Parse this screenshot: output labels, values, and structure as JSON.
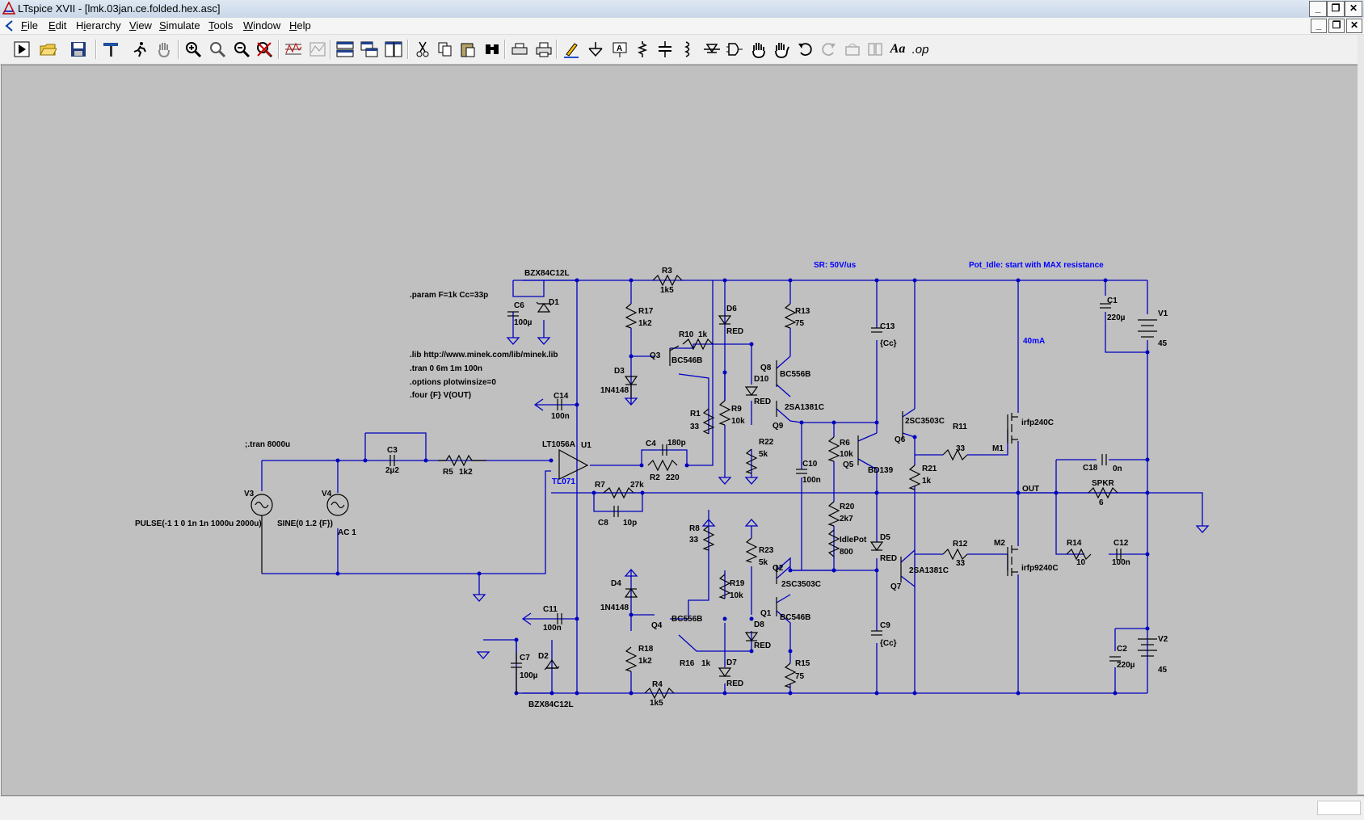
{
  "window": {
    "title": "LTspice XVII - [lmk.03jan.ce.folded.hex.asc]",
    "buttons": {
      "minimize": "_",
      "restore": "❐",
      "close": "✕"
    }
  },
  "menu": {
    "items": [
      {
        "label": "File",
        "underline": "F"
      },
      {
        "label": "Edit",
        "underline": "E"
      },
      {
        "label": "Hierarchy",
        "underline": "i"
      },
      {
        "label": "View",
        "underline": "V"
      },
      {
        "label": "Simulate",
        "underline": "S"
      },
      {
        "label": "Tools",
        "underline": "T"
      },
      {
        "label": "Window",
        "underline": "W"
      },
      {
        "label": "Help",
        "underline": "H"
      }
    ]
  },
  "toolbar": {
    "icons": [
      "run-icon",
      "open-icon",
      "save-icon",
      "control-panel-icon",
      "run-man-icon",
      "hand-pan-icon",
      "zoom-in-icon",
      "zoom-fit-icon",
      "zoom-out-icon",
      "zoom-cancel-icon",
      "waveform-icon",
      "waveform-fit-icon",
      "tile-horizontal-icon",
      "cascade-icon",
      "tile-vertical-icon",
      "cut-icon",
      "copy-icon",
      "paste-icon",
      "find-icon",
      "print-setup-icon",
      "print-icon",
      "pencil-wire-icon",
      "ground-icon",
      "label-net-icon",
      "resistor-icon",
      "capacitor-icon",
      "inductor-icon",
      "diode-icon",
      "component-icon",
      "move-icon",
      "drag-icon",
      "undo-icon",
      "redo-icon",
      "rotate-icon",
      "mirror-icon",
      "text-icon",
      "spice-directive-icon"
    ],
    "text_label": "Aa",
    "op_label": ".op"
  },
  "colors": {
    "wire": "#0000c0",
    "text": "#000000",
    "annotation": "#0000ff",
    "canvas": "#c0c0c0"
  },
  "schematic": {
    "directives": {
      "param": ".param F=1k Cc=33p",
      "lib": ".lib http://www.minek.com/lib/minek.lib",
      "tran": ".tran 0 6m 1m 100n",
      "options": ".options plotwinsize=0",
      "four": ".four {F} V(OUT)",
      "tran_comment": ";.tran 8000u"
    },
    "annotations": {
      "slew": "SR: 50V/us",
      "pot": "Pot_Idle: start with MAX resistance",
      "idle_current": "40mA",
      "opamp_model": "TL071"
    },
    "sources": {
      "V3": {
        "name": "V3",
        "value": "PULSE(-1 1 0 1n 1n 1000u 2000u)"
      },
      "V4": {
        "name": "V4",
        "value": "SINE(0 1.2 {F})",
        "ac": "AC 1"
      },
      "V1": {
        "name": "V1",
        "value": "45"
      },
      "V2": {
        "name": "V2",
        "value": "45"
      }
    },
    "components": {
      "C3": {
        "name": "C3",
        "value": "2µ2"
      },
      "R5": {
        "name": "R5",
        "value": "1k2"
      },
      "U1": {
        "name": "U1",
        "value": "LT1056A"
      },
      "C4": {
        "name": "C4",
        "value": "180p"
      },
      "R2": {
        "name": "R2",
        "value": "220"
      },
      "R7": {
        "name": "R7",
        "value": "27k"
      },
      "C8": {
        "name": "C8",
        "value": "10p"
      },
      "C6": {
        "name": "C6",
        "value": "100µ"
      },
      "D1": {
        "name": "D1",
        "value": "BZX84C12L"
      },
      "C14": {
        "name": "C14",
        "value": "100n"
      },
      "C11": {
        "name": "C11",
        "value": "100n"
      },
      "C7": {
        "name": "C7",
        "value": "100µ"
      },
      "D2": {
        "name": "D2",
        "value": "BZX84C12L"
      },
      "R3": {
        "name": "R3",
        "value": "1k5"
      },
      "R4": {
        "name": "R4",
        "value": "1k5"
      },
      "R17": {
        "name": "R17",
        "value": "1k2"
      },
      "R18": {
        "name": "R18",
        "value": "1k2"
      },
      "D3": {
        "name": "D3",
        "value": "1N4148"
      },
      "D4": {
        "name": "D4",
        "value": "1N4148"
      },
      "Q3": {
        "name": "Q3",
        "value": "BC546B"
      },
      "Q4": {
        "name": "Q4",
        "value": "BC556B"
      },
      "R10": {
        "name": "R10",
        "value": "1k"
      },
      "R16": {
        "name": "R16",
        "value": "1k"
      },
      "R1": {
        "name": "R1",
        "value": "33"
      },
      "R8": {
        "name": "R8",
        "value": "33"
      },
      "D6": {
        "name": "D6",
        "value": "RED"
      },
      "D7": {
        "name": "D7",
        "value": "RED"
      },
      "R9": {
        "name": "R9",
        "value": "10k"
      },
      "R19": {
        "name": "R19",
        "value": "10k"
      },
      "D10": {
        "name": "D10",
        "value": "RED"
      },
      "D8": {
        "name": "D8",
        "value": "RED"
      },
      "R22": {
        "name": "R22",
        "value": "5k"
      },
      "R23": {
        "name": "R23",
        "value": "5k"
      },
      "R13": {
        "name": "R13",
        "value": "75"
      },
      "R15": {
        "name": "R15",
        "value": "75"
      },
      "Q8": {
        "name": "Q8",
        "value": "BC556B"
      },
      "Q1": {
        "name": "Q1",
        "value": "BC546B"
      },
      "Q9": {
        "name": "Q9",
        "value": "2SA1381C"
      },
      "Q2": {
        "name": "Q2",
        "value": "2SC3503C"
      },
      "C10": {
        "name": "C10",
        "value": "100n"
      },
      "R6": {
        "name": "R6",
        "value": "10k"
      },
      "Q5": {
        "name": "Q5",
        "value": "BD139"
      },
      "R20": {
        "name": "R20",
        "value": "2k7"
      },
      "IdlePot": {
        "name": "IdlePot",
        "value": "800"
      },
      "C13": {
        "name": "C13",
        "value": "{Cc}"
      },
      "C9": {
        "name": "C9",
        "value": "{Cc}"
      },
      "D5": {
        "name": "D5",
        "value": "RED"
      },
      "Q6": {
        "name": "Q6",
        "value": "2SC3503C"
      },
      "Q7": {
        "name": "Q7",
        "value": "2SA1381C"
      },
      "R21": {
        "name": "R21",
        "value": "1k"
      },
      "R11": {
        "name": "R11",
        "value": "33"
      },
      "R12": {
        "name": "R12",
        "value": "33"
      },
      "M1": {
        "name": "M1",
        "value": "irfp240C"
      },
      "M2": {
        "name": "M2",
        "value": "irfp9240C"
      },
      "C18": {
        "name": "C18",
        "value": "0n"
      },
      "SPKR": {
        "name": "SPKR",
        "value": "6"
      },
      "R14": {
        "name": "R14",
        "value": "10"
      },
      "C12": {
        "name": "C12",
        "value": "100n"
      },
      "C1": {
        "name": "C1",
        "value": "220µ"
      },
      "C2": {
        "name": "C2",
        "value": "220µ"
      }
    },
    "nets": {
      "out": "OUT"
    }
  }
}
